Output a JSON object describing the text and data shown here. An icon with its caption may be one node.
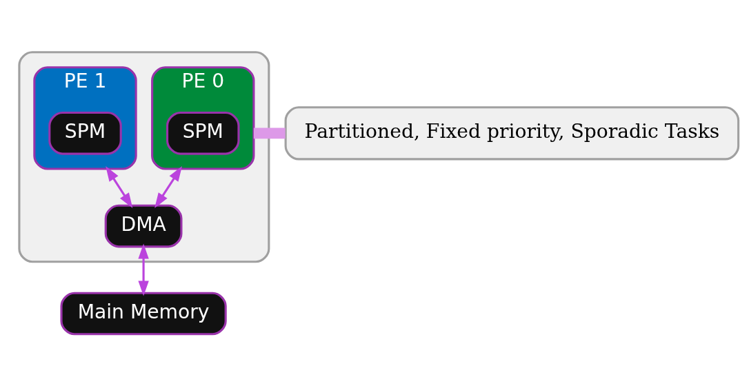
{
  "diagram": {
    "nodes": [
      {
        "text": [],
        "shape": "box"
      },
      {
        "text": [
          "PE 0"
        ],
        "in": 0
      },
      {
        "text": [
          "SPM"
        ],
        "in": 1
      },
      {
        "text": [
          "PE 1"
        ],
        "in": 0
      },
      {
        "text": [
          "SPM"
        ],
        "in": 3
      },
      {
        "text": [
          "DMA"
        ],
        "in": 0
      },
      {
        "text": [
          "Main Memory"
        ]
      },
      {
        "text": [
          "Partitioned, Fixed priority, Sporadic Tasks"
        ]
      }
    ],
    "edges": [
      {
        "from": 1,
        "to": 5,
        "arrow": "both"
      },
      {
        "from": 3,
        "to": 5,
        "arrow": "both"
      },
      {
        "from": 5,
        "to": 6,
        "arrow": "both"
      },
      {
        "from": 7,
        "to": 1,
        "arrow": "none",
        "style": "thick",
        "color": "#dd99e8"
      }
    ]
  }
}
